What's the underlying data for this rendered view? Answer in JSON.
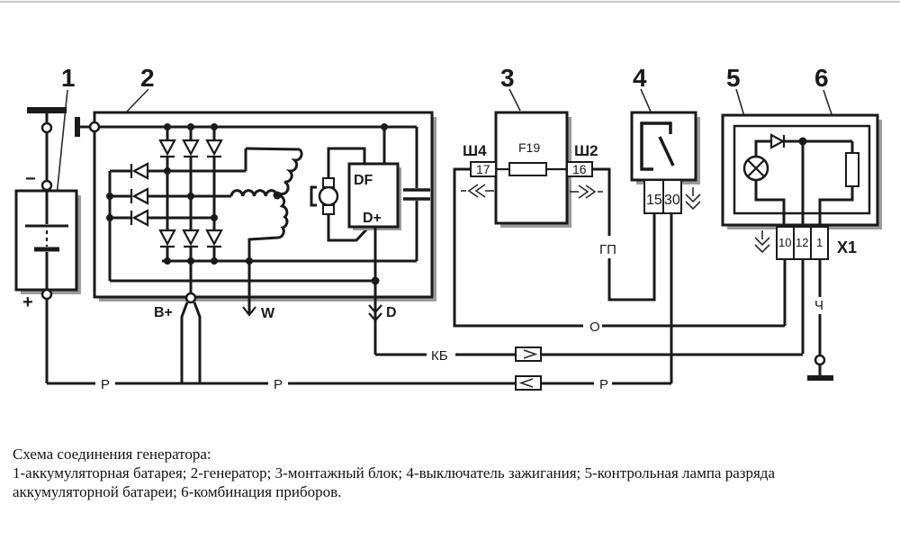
{
  "title": "Схема соединения генератора",
  "labels": {
    "battery": {
      "num": "1",
      "minus": "−",
      "plus": "+"
    },
    "generator": {
      "num": "2",
      "b_plus": "В+",
      "w": "W",
      "d": "D",
      "df": "DF",
      "d_plus": "D+"
    },
    "block": {
      "num": "3",
      "sh4": "Ш4",
      "sh2": "Ш2",
      "pin17": "17",
      "pin16": "16",
      "fuse": "F19"
    },
    "switch": {
      "num": "4",
      "pin15": "15",
      "pin30": "30"
    },
    "lamp": {
      "num": "5"
    },
    "cluster": {
      "num": "6",
      "pin10": "10",
      "pin12": "12",
      "pin1": "1",
      "connector": "X1"
    },
    "wires": {
      "gp": "ГП",
      "kb": "КБ",
      "o": "О",
      "ch": "Ч",
      "p": "Р"
    }
  },
  "caption": {
    "line1": "Схема соединения генератора:",
    "line2": "1-аккумуляторная батарея; 2-генератор; 3-монтажный блок; 4-выключатель зажигания; 5-контрольная лампа разряда",
    "line3": "аккумуляторной батареи; 6-комбинация приборов."
  }
}
